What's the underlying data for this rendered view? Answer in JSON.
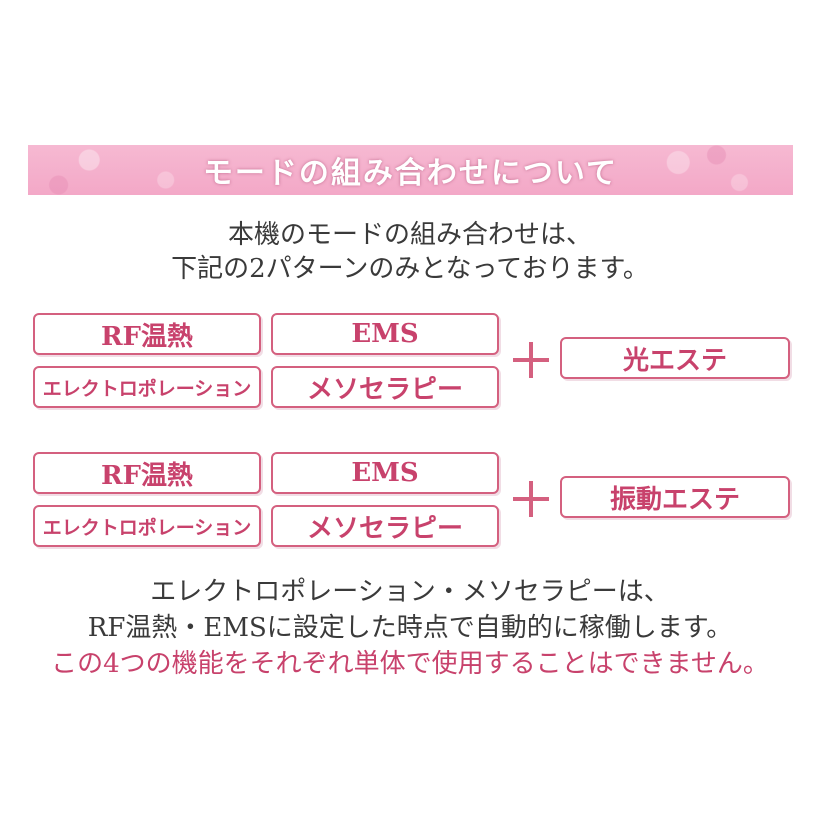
{
  "banner": {
    "title": "モードの組み合わせについて"
  },
  "intro": {
    "line1": "本機のモードの組み合わせは、",
    "line2": "下記の2パターンのみとなっております。"
  },
  "patterns": [
    {
      "rf": "RF温熱",
      "ems": "EMS",
      "electroporation": "エレクトロポレーション",
      "mesotherapy": "メソセラピー",
      "extra": "光エステ"
    },
    {
      "rf": "RF温熱",
      "ems": "EMS",
      "electroporation": "エレクトロポレーション",
      "mesotherapy": "メソセラピー",
      "extra": "振動エステ"
    }
  ],
  "notes": {
    "line1": "エレクトロポレーション・メソセラピーは、",
    "line2": "RF温熱・EMSに設定した時点で自動的に稼働します。",
    "line3": "この4つの機能をそれぞれ単体で使用することはできません。"
  },
  "colors": {
    "accent": "#c8426c",
    "border": "#d4607f",
    "banner": "#f3a8c7"
  }
}
